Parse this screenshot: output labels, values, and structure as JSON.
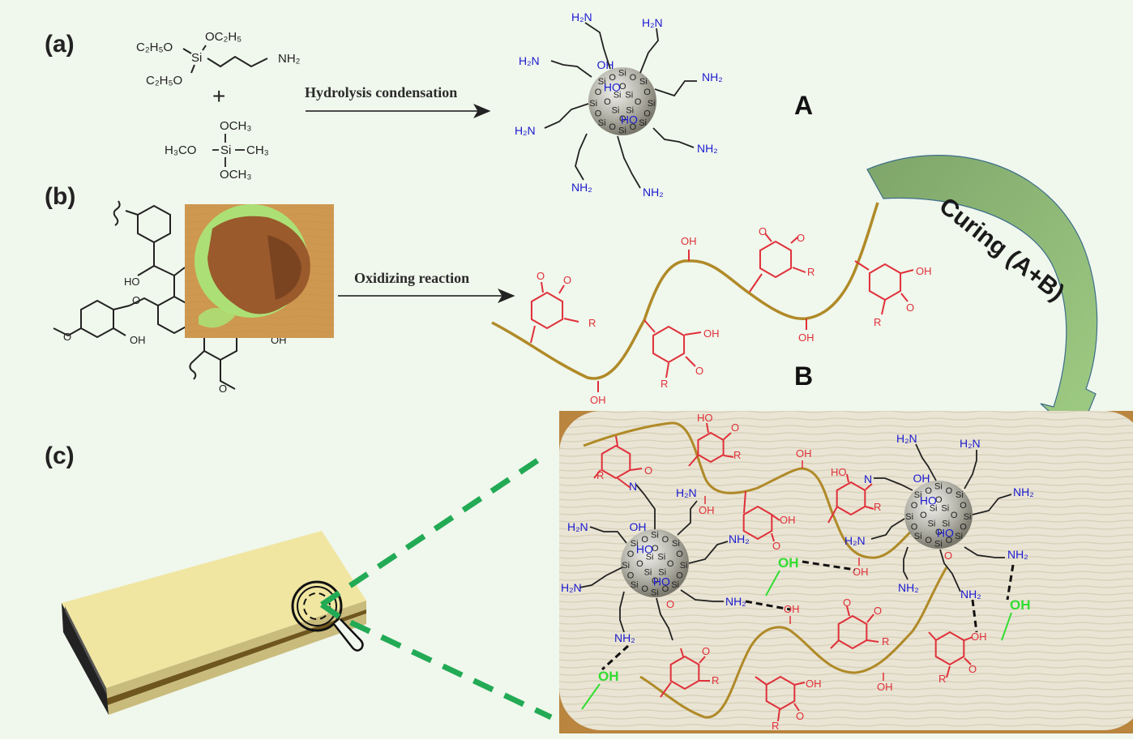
{
  "figure": {
    "panels": {
      "a": {
        "label": "(a)"
      },
      "b": {
        "label": "(b)"
      },
      "c": {
        "label": "(c)"
      }
    },
    "reagents": {
      "aptes": {
        "ligand_top": "OC₂H₅",
        "ligand_left": "C₂H₅O",
        "ligand_bottom": "C₂H₅O",
        "center": "Si",
        "end_group": "NH₂"
      },
      "plus": "+",
      "mtms": {
        "top": "OCH₃",
        "left": "H₃CO",
        "center": "Si",
        "right": "CH₃",
        "bottom": "OCH₃"
      }
    },
    "reactions": {
      "hydrolysis": "Hydrolysis condensation",
      "oxidizing": "Oxidizing reaction",
      "curing": "Curing (A+B)"
    },
    "products": {
      "A": "A",
      "B": "B"
    },
    "labels": {
      "amine_h2n": "H₂N",
      "amine_nh2": "NH₂",
      "hydroxyl": "OH",
      "hydroxyl_rev": "HO",
      "carbonyl": "O",
      "substituent": "R",
      "imine_n": "N",
      "silicon": "Si",
      "oxygen": "O"
    },
    "colors": {
      "background": "#f0f7ec",
      "amine_blue": "#1a1ad0",
      "quinone_red": "#e0303a",
      "backbone_gold": "#b08a28",
      "hbond_green": "#33dd33",
      "arrow_green": "#86b86a",
      "dash_green": "#22aa55"
    }
  }
}
